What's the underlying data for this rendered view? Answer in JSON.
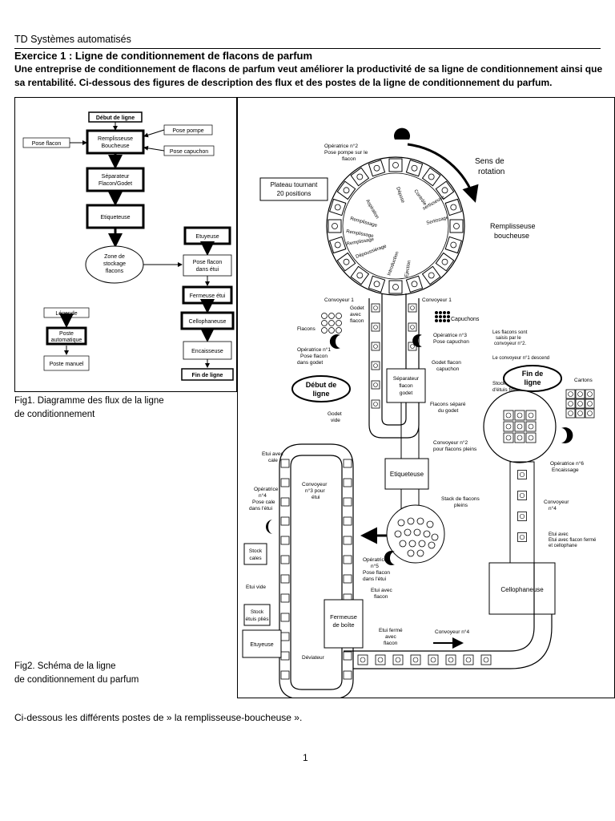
{
  "header": "TD Systèmes automatisés",
  "exercise_title": "Exercice 1 : Ligne de conditionnement de flacons de parfum",
  "intro": "Une entreprise de conditionnement de flacons de parfum veut améliorer la productivité de sa ligne de conditionnement ainsi que sa rentabilité. Ci-dessous des figures de description des flux et des postes de la ligne de conditionnement du parfum.",
  "fig1": {
    "caption_line1": "Fig1. Diagramme des flux de la ligne",
    "caption_line2": "de conditionnement",
    "start": "Début de ligne",
    "filler_l1": "Remplisseuse",
    "filler_l2": "Boucheuse",
    "pose_flacon": "Pose flacon",
    "pose_pompe": "Pose pompe",
    "pose_capuchon": "Pose capuchon",
    "sep_l1": "Séparateur",
    "sep_l2": "Flacon/Godet",
    "labeler": "Etiqueteuse",
    "zone_l1": "Zone de",
    "zone_l2": "stockage",
    "zone_l3": "flacons",
    "etuyeuse": "Etuyeuse",
    "pose_etui_l1": "Pose flacon",
    "pose_etui_l2": "dans étui",
    "fermeuse": "Fermeuse étui",
    "cello": "Cellophaneuse",
    "encaisseuse": "Encaisseuse",
    "end": "Fin de ligne",
    "legend": "Légende",
    "legend_auto_l1": "Poste",
    "legend_auto_l2": "automatique",
    "legend_manual": "Poste manuel"
  },
  "fig2": {
    "caption_line1": "Fig2. Schéma de la ligne",
    "caption_line2": "de conditionnement du parfum",
    "op2_l1": "Opératrice n°2",
    "op2_l2": "Pose pompe sur le",
    "op2_l3": "flacon",
    "rotation_l1": "Sens de",
    "rotation_l2": "rotation",
    "plateau_l1": "Plateau tournant",
    "plateau_l2": "20 positions",
    "filler_l1": "Remplisseuse",
    "filler_l2": "boucheuse",
    "st_aspiration": "Aspiration",
    "st_depose_l1": "Dépose",
    "st_depose_l2": "pompe",
    "st_controle_l1": "Contrôle",
    "st_controle_l2": "sertisseuse",
    "st_sertissage": "Sertissage",
    "st_remplissage1": "Remplissage",
    "st_remplissage2": "Remplissage",
    "st_remplissage3": "Remplissage",
    "st_deprep": "Dépoussiérage",
    "st_introduction": "Introduction",
    "st_ejection": "Ejection",
    "conv1_left": "Convoyeur 1",
    "conv1_right": "Convoyeur 1",
    "godet_flacon_l1": "Godet",
    "godet_flacon_l2": "avec",
    "godet_flacon_l3": "flacon",
    "flacons": "Flacons",
    "capuchons": "Capuchons",
    "op3_l1": "Opératrice n°3",
    "op3_l2": "Pose capuchon",
    "note1_l1": "Les flacons sont",
    "note1_l2": "saisis par le",
    "note1_l3": "convoyeur n°2.",
    "note2": "Le convoyeur n°1 descend",
    "op1_l1": "Opératrice n°1",
    "op1_l2": "Pose flacon",
    "op1_l3": "dans godet",
    "godet_cap_l1": "Godet flacon",
    "godet_cap_l2": "capuchon",
    "debut_l1": "Début de",
    "debut_l2": "ligne",
    "fin_l1": "Fin de",
    "fin_l2": "ligne",
    "stock_etuis_l1": "Stock",
    "stock_etuis_l2": "d'étuis finis",
    "cartons": "Cartons",
    "sep_l1": "Séparateur",
    "sep_l2": "flacon",
    "sep_l3": "godet",
    "flacon_sep_l1": "Flacons séparé",
    "flacon_sep_l2": "du godet",
    "godet_vide_l1": "Godet",
    "godet_vide_l2": "vide",
    "conv2_l1": "Convoyeur n°2",
    "conv2_l2": "pour flacons pleins",
    "op6_l1": "Opératrice n°6",
    "op6_l2": "Encaissage",
    "etiqueteuse": "Etiqueteuse",
    "etui_cale_l1": "Etui avec",
    "etui_cale_l2": "cale",
    "op4_l1": "Opératrice",
    "op4_l2": "n°4",
    "op4_l3": "Pose cale",
    "op4_l4": "dans l'étui",
    "conv3_l1": "Convoyeur",
    "conv3_l2": "n°3 pour",
    "conv3_l3": "étui",
    "stack_l1": "Stack de flacons",
    "stack_l2": "pleins",
    "conv4_right": "Convoyeur",
    "conv4_right_l2": "n°4",
    "etui_ferme_l1": "Etui avec",
    "etui_ferme_l2": "Etui avec flacon fermé",
    "etui_ferme_l3": "et cellophane",
    "stock_cales_l1": "Stock",
    "stock_cales_l2": "cales",
    "op5_l1": "Opératrice",
    "op5_l2": "n°5",
    "op5_l3": "Pose flacon",
    "op5_l4": "dans l'étui",
    "etui_vide": "Etui vide",
    "etui_flacon_l1": "Etui avec",
    "etui_flacon_l2": "flacon",
    "cellophaneuse": "Cellophaneuse",
    "stock_plies_l1": "Stock",
    "stock_plies_l2": "étuis pliés",
    "fermeuse_l1": "Fermeuse",
    "fermeuse_l2": "de boîte",
    "etui_ferme_b_l1": "Etui fermé",
    "etui_ferme_b_l2": "avec",
    "etui_ferme_b_l3": "flacon",
    "conv4_bottom": "Convoyeur n°4",
    "etuyeuse": "Etuyeuse",
    "deviateur": "Déviateur"
  },
  "bottom_text": "Ci-dessous les différents postes de » la remplisseuse-boucheuse ».",
  "page_number": "1"
}
